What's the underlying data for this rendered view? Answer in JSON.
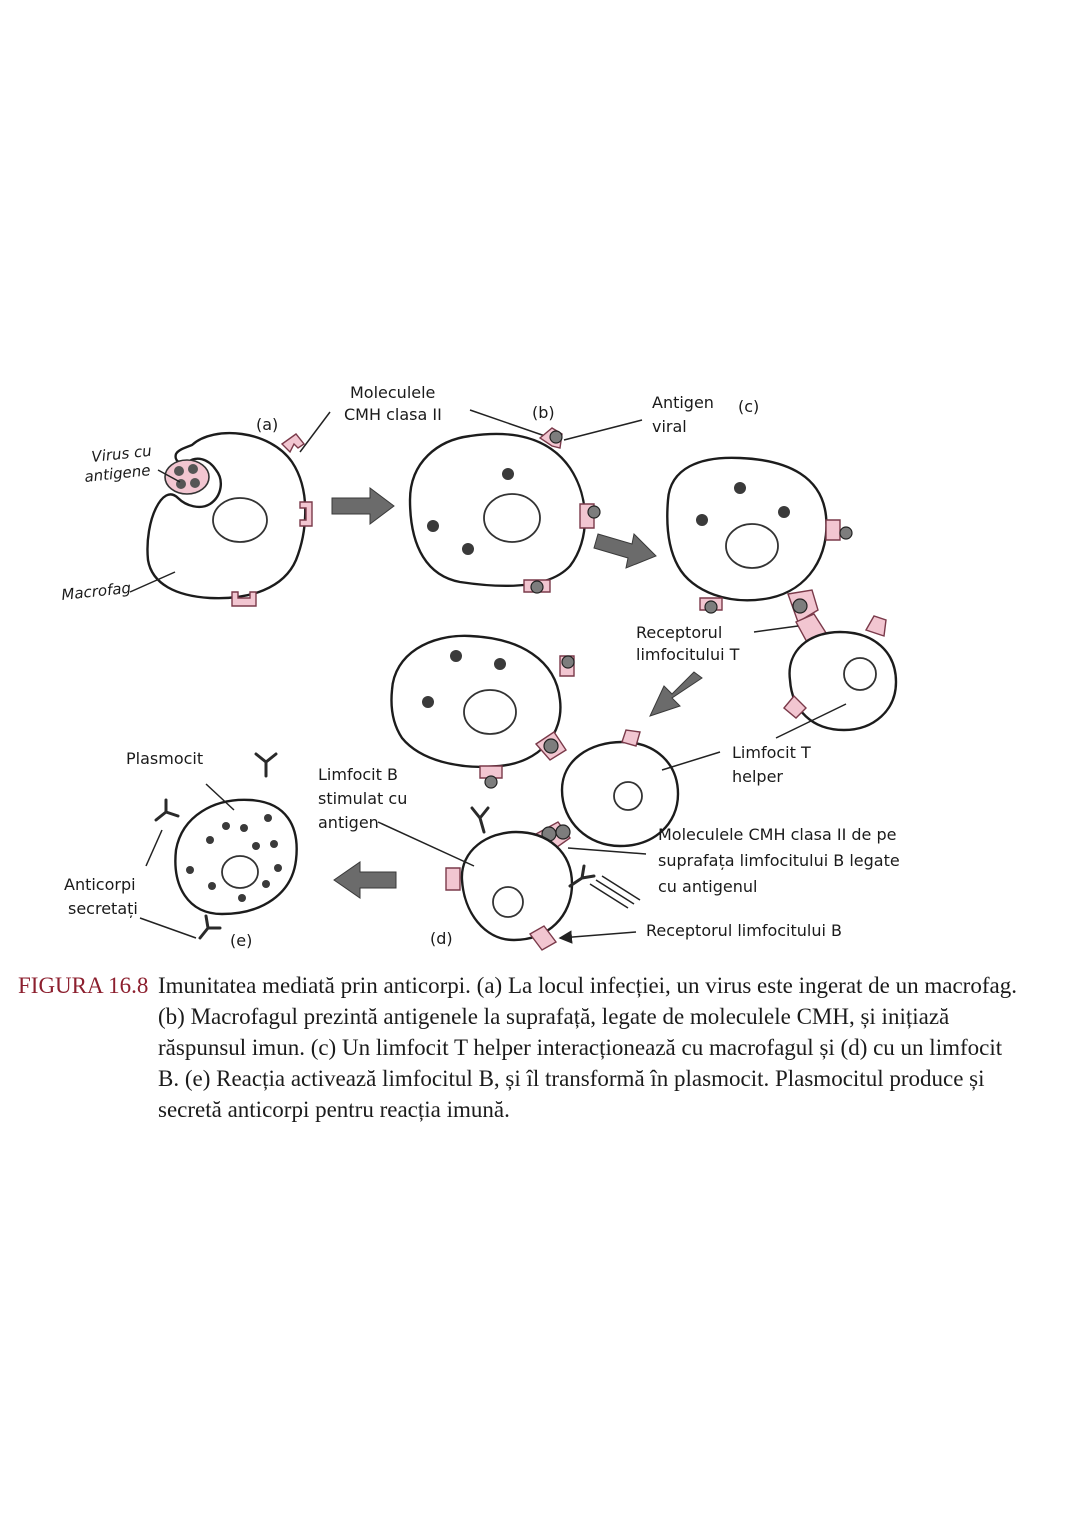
{
  "labels": {
    "virus": [
      "Virus cu",
      "antigene"
    ],
    "macrofag": "Macrofag",
    "a": "(a)",
    "b": "(b)",
    "c": "(c)",
    "d": "(d)",
    "e": "(e)",
    "cmh": [
      "Moleculele",
      "CMH clasa II"
    ],
    "antigen_viral": [
      "Antigen",
      "viral"
    ],
    "receptor_t": [
      "Receptorul",
      "limfocitului T"
    ],
    "limfocit_t": [
      "Limfocit T",
      "helper"
    ],
    "plasmocit": "Plasmocit",
    "limfocit_b": [
      "Limfocit B",
      "stimulat cu",
      "antigen"
    ],
    "anticorpi": [
      "Anticorpi",
      "secretați"
    ],
    "cmh_b": [
      "Moleculele CMH clasa II de pe",
      "suprafața limfocitului B legate",
      "cu antigenul"
    ],
    "receptor_b": "Receptorul limfocitului B"
  },
  "caption": {
    "label": "FIGURA 16.8",
    "text": "Imunitatea mediată prin anticorpi. (a) La locul infecției, un virus este ingerat de un macrofag. (b) Macrofagul prezintă antigenele la suprafață, legate de moleculele CMH, și inițiază răspunsul imun. (c) Un limfocit T helper interacționează cu macrofagul și (d) cu un limfocit B. (e) Reacția activează limfocitul B, și îl transformă în plasmocit. Plasmocitul produce și secretă anticorpi pentru reacția imună."
  },
  "colors": {
    "receptor": "#f2c6d1",
    "caption_label": "#8c1f2e"
  }
}
